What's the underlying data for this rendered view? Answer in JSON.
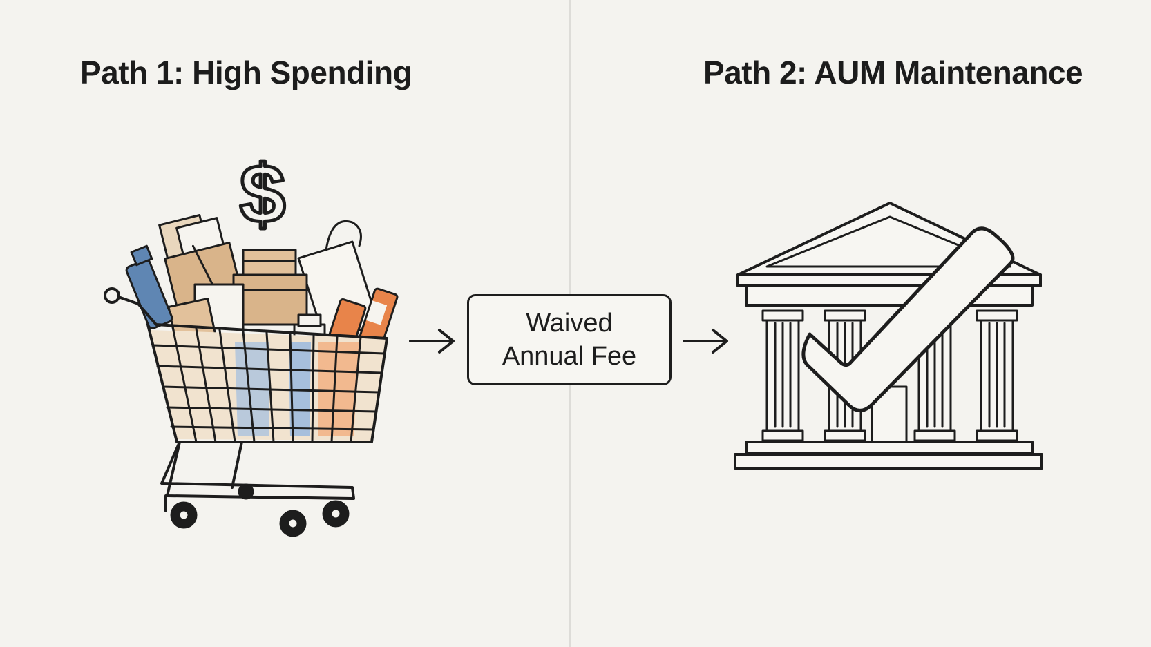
{
  "diagram": {
    "left_title": "Path 1: High Spending",
    "right_title": "Path 2: AUM Maintenance",
    "center_box": {
      "line1": "Waived",
      "line2": "Annual Fee"
    },
    "icons": {
      "dollar": "dollar-sign-icon",
      "cart": "shopping-cart-icon",
      "bank": "bank-building-icon",
      "check": "checkmark-icon",
      "arrow": "arrow-right-icon"
    },
    "colors": {
      "background": "#f4f3ef",
      "ink": "#1d1d1d",
      "cardboard": "#d9b48a",
      "orange": "#e8844a",
      "blue": "#5f86b3"
    }
  }
}
